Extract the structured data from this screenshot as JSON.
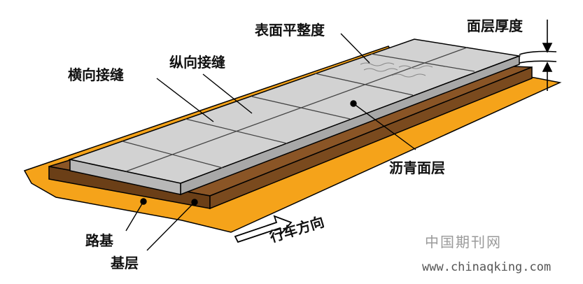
{
  "labels": {
    "surface_flatness": "表面平整度",
    "surface_thickness": "面层厚度",
    "transverse_joint": "横向接缝",
    "longitudinal_joint": "纵向接缝",
    "asphalt_surface": "沥青面层",
    "subgrade": "路基",
    "base_layer": "基层",
    "driving_direction": "行车方向"
  },
  "watermark": {
    "site_name": "中国期刊网",
    "url": "www.chinaqking.com"
  },
  "colors": {
    "subgrade": "#f5a31a",
    "base": "#7a4a1e",
    "slab": "#d0d0d0",
    "ink": "#111111"
  }
}
